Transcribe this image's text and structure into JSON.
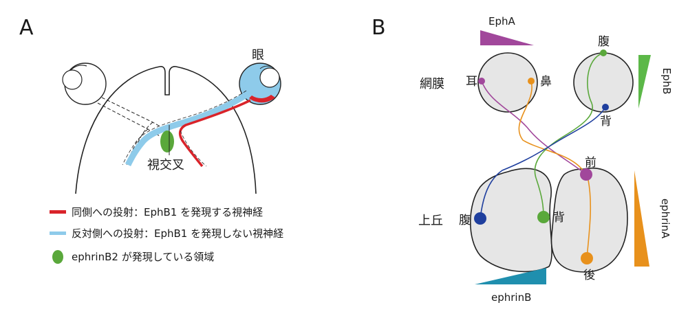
{
  "panel_a": {
    "label": "A",
    "eye_label": "眼",
    "chiasm_label": "視交叉",
    "legend": [
      {
        "text": "同側への投射：EphB1 を発現する視神経",
        "color": "#d9232a"
      },
      {
        "text": "反対側への投射：EphB1 を発現しない視神経",
        "color": "#8ecbea"
      },
      {
        "text": "ephrinB2 が発現している領域",
        "color": "#5aa83b"
      }
    ]
  },
  "panel_b": {
    "label": "B",
    "retina_label": "網膜",
    "colliculus_label": "上丘",
    "retina_points": {
      "temporal": "耳",
      "nasal": "鼻",
      "ventral": "腹",
      "dorsal": "背"
    },
    "colliculus_points": {
      "anterior": "前",
      "posterior": "後",
      "ventral": "腹",
      "dorsal": "背"
    },
    "gradients": {
      "top": {
        "text": "EphA",
        "color": "#a1479b"
      },
      "right_top": {
        "text": "EphB",
        "color": "#5cb848"
      },
      "right_bottom": {
        "text": "ephrinA",
        "color": "#e8911c"
      },
      "bottom": {
        "text": "ephrinB",
        "color": "#1f8fae"
      }
    },
    "line_colors": {
      "magenta": "#a1479b",
      "orange": "#e8911c",
      "green": "#5aa83b",
      "blue": "#1f3f9e"
    }
  }
}
